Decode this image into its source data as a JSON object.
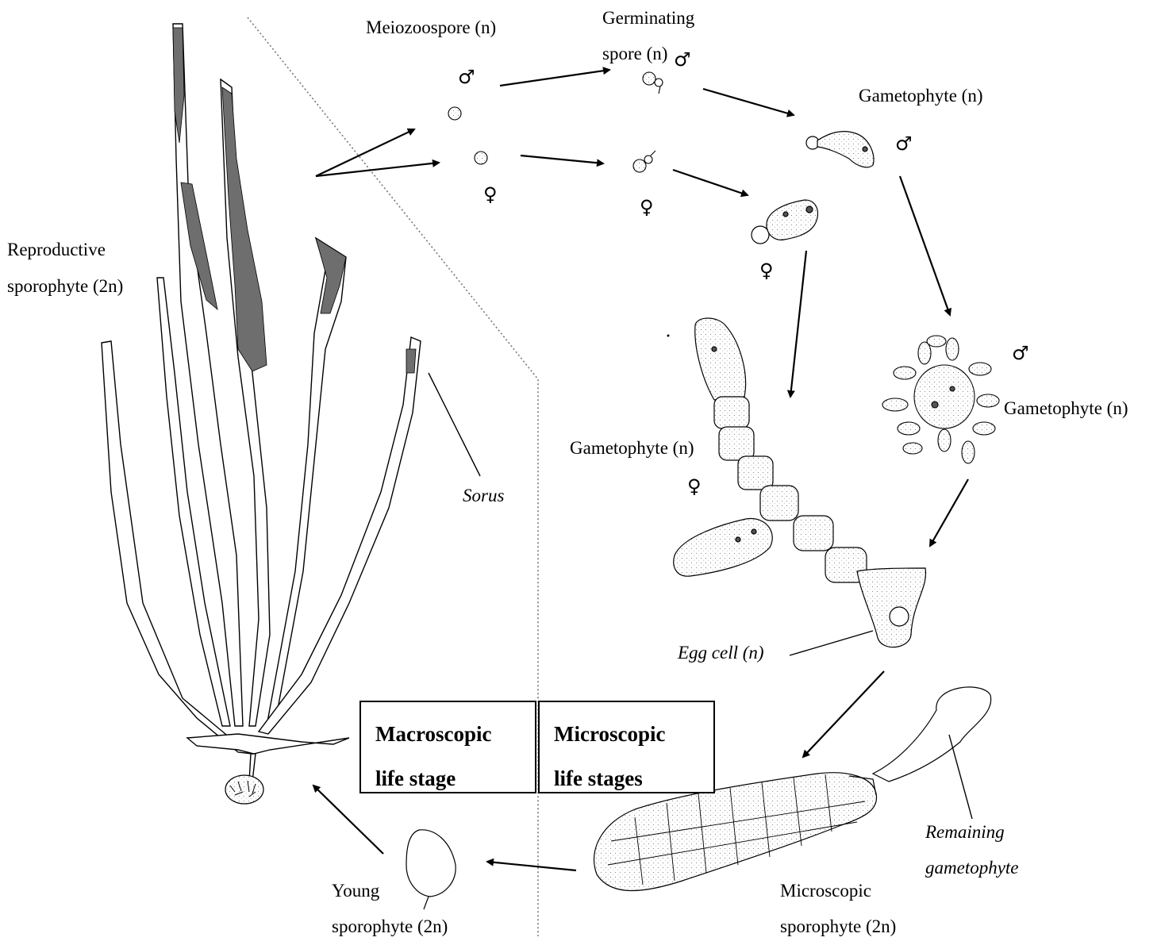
{
  "labels": {
    "meiozoospore": "Meiozoospore (n)",
    "germinating_line1": "Germinating",
    "germinating_line2": "spore (n)",
    "gametophyte_top": "Gametophyte (n)",
    "reproductive_line1": "Reproductive",
    "reproductive_line2": "sporophyte (2n)",
    "sorus": "Sorus",
    "gametophyte_male_right": "Gametophyte (n)",
    "gametophyte_female": "Gametophyte (n)",
    "egg_cell": "Egg cell (n)",
    "remaining_line1": "Remaining",
    "remaining_line2": "gametophyte",
    "microscopic_line1": "Microscopic",
    "microscopic_line2": "sporophyte (2n)",
    "young_line1": "Young",
    "young_line2": "sporophyte (2n)"
  },
  "boxes": {
    "macroscopic_line1": "Macroscopic",
    "macroscopic_line2": "life stage",
    "microscopic_line1": "Microscopic",
    "microscopic_line2": "life stages"
  },
  "symbols": {
    "male": "♂",
    "female": "♀"
  },
  "colors": {
    "ink": "#000000",
    "sorus_fill": "#6e6e6e",
    "cell_stipple": "#e6e6e6"
  }
}
